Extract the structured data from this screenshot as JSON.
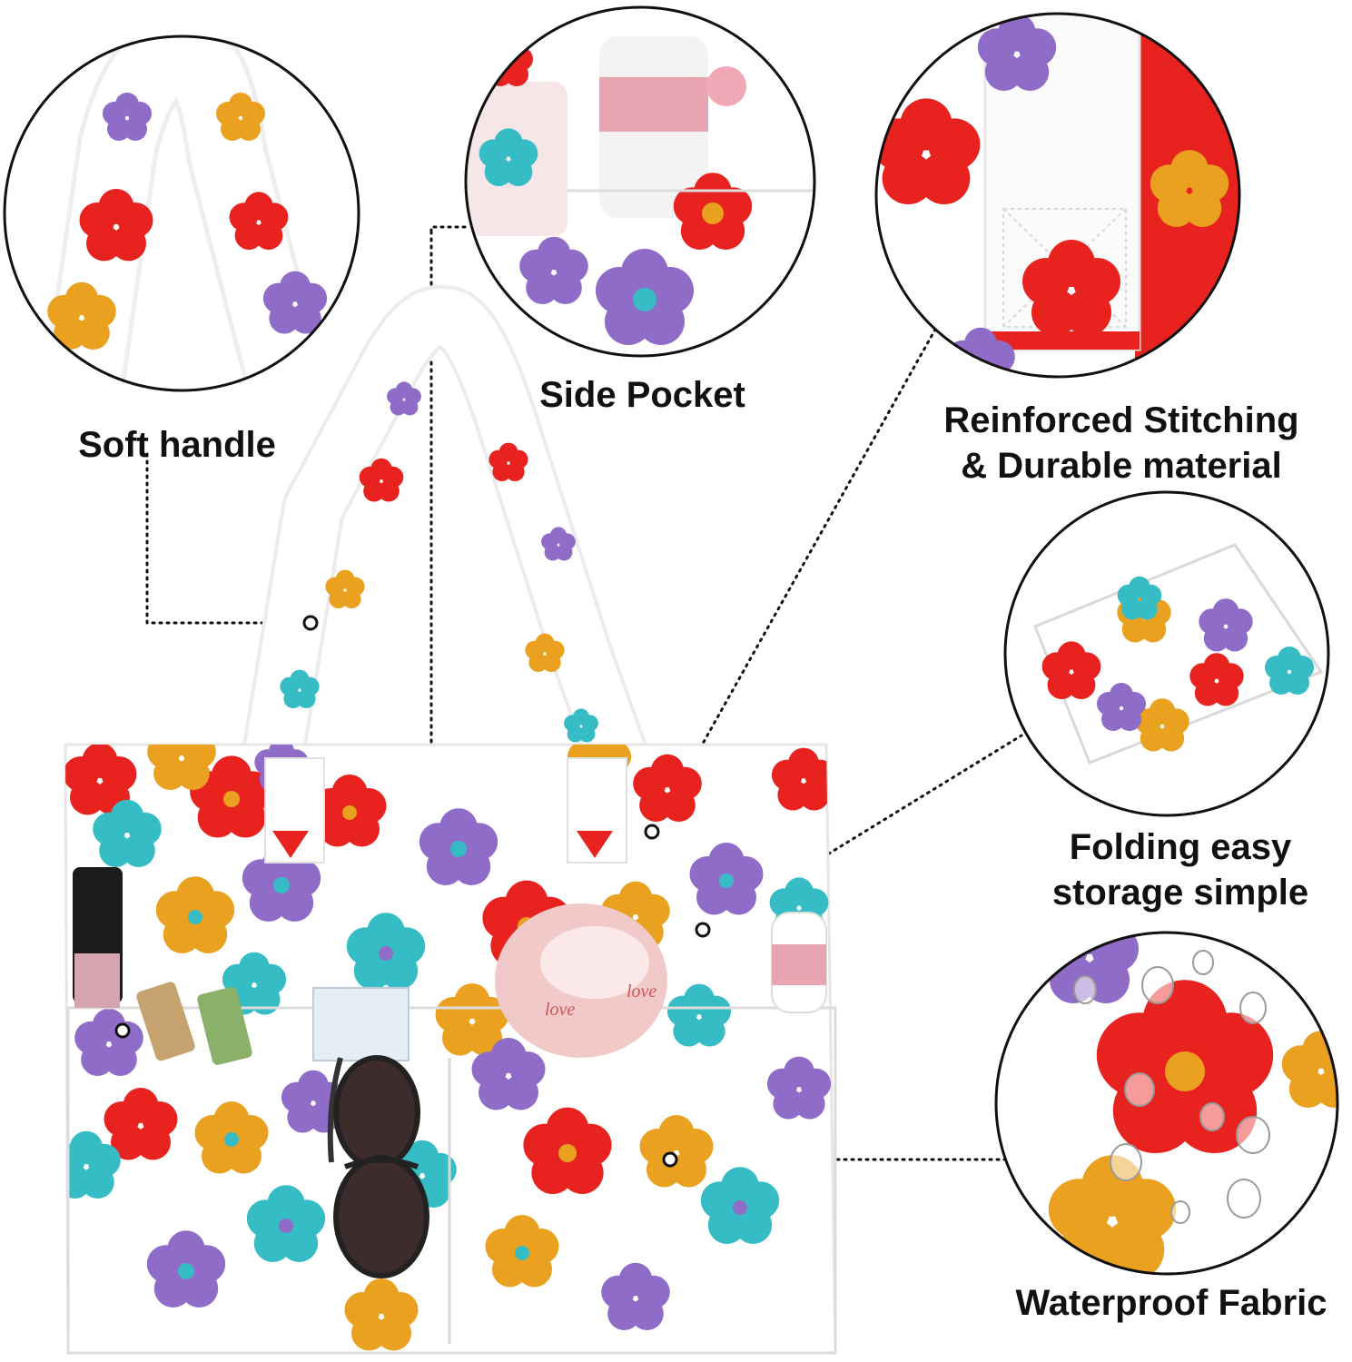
{
  "product_image": {
    "callouts": {
      "soft_handle": "Soft handle",
      "side_pocket": "Side Pocket",
      "reinforced": [
        "Reinforced Stitching",
        "& Durable material"
      ],
      "folding": [
        "Folding easy",
        "storage simple"
      ],
      "waterproof": "Waterproof Fabric"
    },
    "pouch_text": [
      "love",
      "love"
    ]
  },
  "colors": {
    "red": "#e8231f",
    "orange": "#e9a11f",
    "purple": "#8f6cc7",
    "teal": "#36bcc4",
    "fabric": "#ffffff",
    "outline": "#111111"
  }
}
